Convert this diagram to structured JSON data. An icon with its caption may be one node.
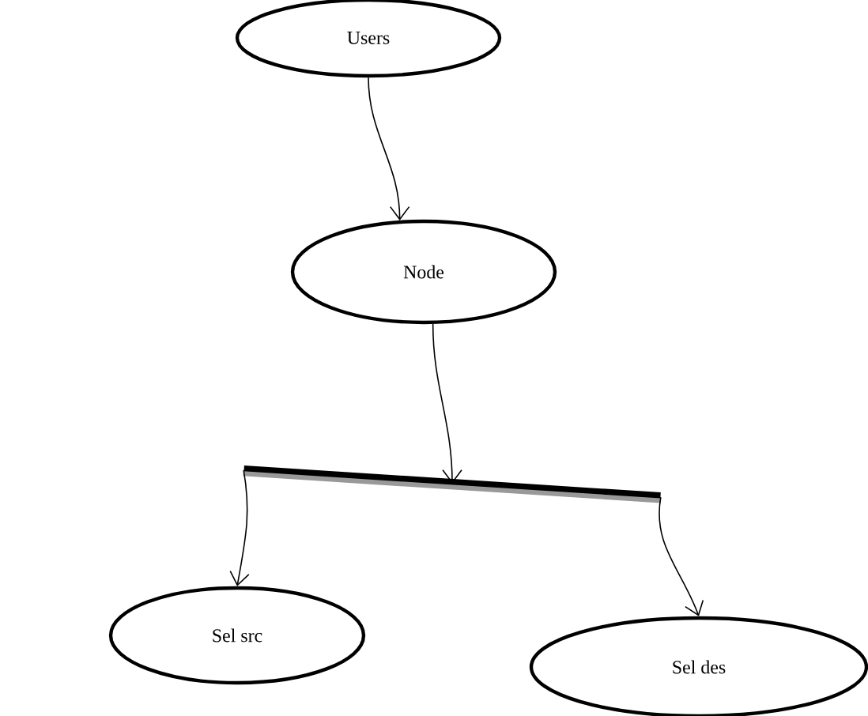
{
  "diagram": {
    "nodes": [
      {
        "text": [
          "Users"
        ]
      },
      {
        "text": [
          "Node"
        ]
      },
      {
        "text": [],
        "shape": "bar"
      },
      {
        "text": [
          "Sel src"
        ]
      },
      {
        "text": [
          "Sel des"
        ]
      }
    ],
    "edges": [
      {
        "from": 0,
        "to": 1,
        "arrow": "to"
      },
      {
        "from": 1,
        "to": 2,
        "arrow": "to"
      },
      {
        "from": 2,
        "to": 3,
        "arrow": "to"
      },
      {
        "from": 2,
        "to": 4,
        "arrow": "to"
      }
    ]
  }
}
